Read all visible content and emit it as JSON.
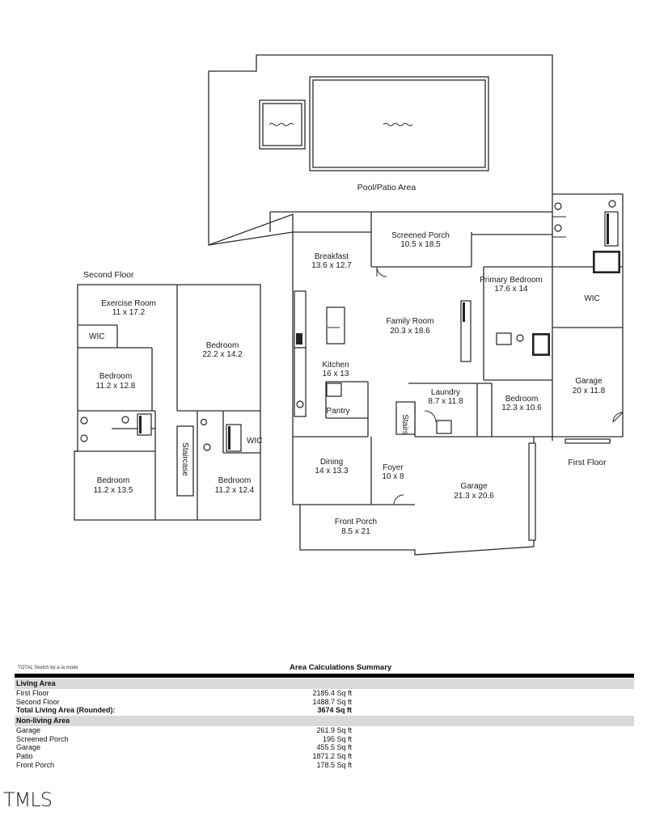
{
  "floorplan": {
    "pool_patio": "Pool/Patio Area",
    "second_floor": {
      "heading": "Second Floor",
      "exercise": {
        "name": "Exercise Room",
        "dims": "11 x 17.2"
      },
      "wic": "WIC",
      "bedroom_large": {
        "name": "Bedroom",
        "dims": "22.2 x 14.2"
      },
      "bedroom_a": {
        "name": "Bedroom",
        "dims": "11.2 x 12.8"
      },
      "bedroom_b": {
        "name": "Bedroom",
        "dims": "11.2 x 13.5"
      },
      "bedroom_c": {
        "name": "Bedroom",
        "dims": "11.2 x 12.4"
      },
      "wic2": "WIC",
      "staircase": "Staircase"
    },
    "first_floor": {
      "heading": "First Floor",
      "screened_porch": {
        "name": "Screened Porch",
        "dims": "10.5 x 18.5"
      },
      "breakfast": {
        "name": "Breakfast",
        "dims": "13.6 x 12.7"
      },
      "primary": {
        "name": "Primary Bedroom",
        "dims": "17.6 x 14"
      },
      "wic": "WIC",
      "family": {
        "name": "Family Room",
        "dims": "20.3 x 18.6"
      },
      "kitchen": {
        "name": "Kitchen",
        "dims": "16 x 13"
      },
      "laundry": {
        "name": "Laundry",
        "dims": "8.7 x 11.8"
      },
      "bedroom": {
        "name": "Bedroom",
        "dims": "12.3 x 10.6"
      },
      "garage_small": {
        "name": "Garage",
        "dims": "20 x 11.8"
      },
      "pantry": "Pantry",
      "stairs": "Stairs",
      "dining": {
        "name": "Dining",
        "dims": "14 x 13.3"
      },
      "foyer": {
        "name": "Foyer",
        "dims": "10 x 8"
      },
      "garage_large": {
        "name": "Garage",
        "dims": "21.3 x 20.6"
      },
      "front_porch": {
        "name": "Front Porch",
        "dims": "8.5 x 21"
      }
    }
  },
  "summary": {
    "credit": "TOTAL Sketch by a la mode",
    "title": "Area Calculations Summary",
    "living_heading": "Living Area",
    "living": [
      {
        "label": "First Floor",
        "value": "2185.4 Sq ft"
      },
      {
        "label": "Second Floor",
        "value": "1488.7 Sq ft"
      }
    ],
    "total": {
      "label": "Total Living Area (Rounded):",
      "value": "3674 Sq ft"
    },
    "nonliving_heading": "Non-living Area",
    "nonliving": [
      {
        "label": "Garage",
        "value": "261.9 Sq ft"
      },
      {
        "label": "Screened Porch",
        "value": "195 Sq ft"
      },
      {
        "label": "Garage",
        "value": "455.5 Sq ft"
      },
      {
        "label": "Patio",
        "value": "1871.2 Sq ft"
      },
      {
        "label": "Front Porch",
        "value": "178.5 Sq ft"
      }
    ]
  },
  "logo": "TMLS"
}
